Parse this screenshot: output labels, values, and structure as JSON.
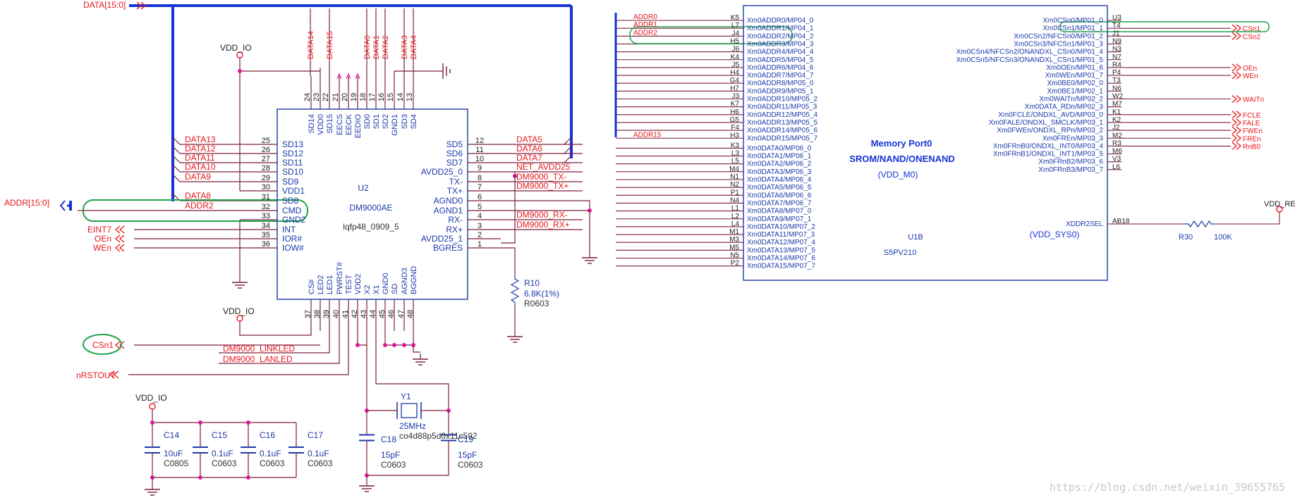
{
  "u2": {
    "refdes": "U2",
    "part": "DM9000AE",
    "package": "lqfp48_0909_5",
    "top_pins": [
      {
        "n": "24",
        "name": "SD14"
      },
      {
        "n": "23",
        "name": "VDD0"
      },
      {
        "n": "22",
        "name": "SD15"
      },
      {
        "n": "21",
        "name": "EECS"
      },
      {
        "n": "20",
        "name": "EECK"
      },
      {
        "n": "19",
        "name": "EEDIO"
      },
      {
        "n": "18",
        "name": "SD0"
      },
      {
        "n": "17",
        "name": "SD1"
      },
      {
        "n": "16",
        "name": "SD2"
      },
      {
        "n": "15",
        "name": "GND1"
      },
      {
        "n": "14",
        "name": "SD3"
      },
      {
        "n": "13",
        "name": "SD4"
      }
    ],
    "left_pins": [
      {
        "n": "25",
        "name": "SD13"
      },
      {
        "n": "26",
        "name": "SD12"
      },
      {
        "n": "27",
        "name": "SD11"
      },
      {
        "n": "28",
        "name": "SD10"
      },
      {
        "n": "29",
        "name": "SD9"
      },
      {
        "n": "30",
        "name": "VDD1"
      },
      {
        "n": "31",
        "name": "SD8"
      },
      {
        "n": "32",
        "name": "CMD"
      },
      {
        "n": "33",
        "name": "GND2"
      },
      {
        "n": "34",
        "name": "INT"
      },
      {
        "n": "35",
        "name": "IOR#"
      },
      {
        "n": "36",
        "name": "IOW#"
      }
    ],
    "right_pins": [
      {
        "n": "12",
        "name": "SD5"
      },
      {
        "n": "11",
        "name": "SD6"
      },
      {
        "n": "10",
        "name": "SD7"
      },
      {
        "n": "9",
        "name": "AVDD25_0"
      },
      {
        "n": "8",
        "name": "TX-"
      },
      {
        "n": "7",
        "name": "TX+"
      },
      {
        "n": "6",
        "name": "AGND0"
      },
      {
        "n": "5",
        "name": "AGND1"
      },
      {
        "n": "4",
        "name": "RX-"
      },
      {
        "n": "3",
        "name": "RX+"
      },
      {
        "n": "2",
        "name": "AVDD25_1"
      },
      {
        "n": "1",
        "name": "BGRES"
      }
    ],
    "bottom_pins": [
      {
        "n": "37",
        "name": "CS#"
      },
      {
        "n": "38",
        "name": "LED2"
      },
      {
        "n": "39",
        "name": "LED1"
      },
      {
        "n": "40",
        "name": "PWRST#"
      },
      {
        "n": "41",
        "name": "TEST"
      },
      {
        "n": "42",
        "name": "VDD2"
      },
      {
        "n": "43",
        "name": "X2"
      },
      {
        "n": "44",
        "name": "X1"
      },
      {
        "n": "45",
        "name": "GND0"
      },
      {
        "n": "46",
        "name": "SD"
      },
      {
        "n": "47",
        "name": "AGND3"
      },
      {
        "n": "48",
        "name": "BGGND"
      }
    ],
    "top_nets": [
      "DATA14",
      "DATA15",
      "DATA0",
      "DATA1",
      "DATA2",
      "DATA3",
      "DATA4"
    ],
    "left_nets": [
      "DATA13",
      "DATA12",
      "DATA11",
      "DATA10",
      "DATA9",
      "DATA8",
      "ADDR2"
    ],
    "right_nets": [
      "DATA5",
      "DATA6",
      "DATA7",
      "NET_AVDD25",
      "DM9000_TX-",
      "DM9000_TX+",
      "DM9000_RX-",
      "DM9000_RX+"
    ],
    "left_ports": [
      "EINT7",
      "OEn",
      "WEn"
    ],
    "bottom_nets": [
      "DM9000_LINKLED",
      "DM9000_LANLED"
    ],
    "buses": {
      "data": "DATA[15:0]",
      "addr": "ADDR[15:0]"
    },
    "power": {
      "vdd_io": "VDD_IO"
    },
    "ports": {
      "csn1": "CSn1",
      "nrstout": "nRSTOUT"
    }
  },
  "passives": {
    "r10": {
      "ref": "R10",
      "value": "6.8K(1%)",
      "pkg": "R0603"
    },
    "y1": {
      "ref": "Y1",
      "value": "25MHz",
      "note": "co4d88p5d0x11c592"
    },
    "caps": [
      {
        "ref": "C14",
        "value": "10uF",
        "pkg": "C0805"
      },
      {
        "ref": "C15",
        "value": "0.1uF",
        "pkg": "C0603"
      },
      {
        "ref": "C16",
        "value": "0.1uF",
        "pkg": "C0603"
      },
      {
        "ref": "C17",
        "value": "0.1uF",
        "pkg": "C0603"
      },
      {
        "ref": "C18",
        "value": "15pF",
        "pkg": "C0603"
      },
      {
        "ref": "C19",
        "value": "15pF",
        "pkg": "C0603"
      }
    ],
    "r30": {
      "ref": "R30",
      "value": "100K"
    }
  },
  "u1": {
    "title": "Memory Port0",
    "subtitle": "SROM/NAND/ONENAND",
    "domain": "(VDD_M0)",
    "refdes": "U1B",
    "part": "S5PV210",
    "sys_domain": "(VDD_SYS0)",
    "vdd_reg": "VDD_REG",
    "left_pins": [
      {
        "b": "K5",
        "name": "Xm0ADDR0/MP04_0"
      },
      {
        "b": "L7",
        "name": "Xm0ADDR1/MP04_1"
      },
      {
        "b": "J4",
        "name": "Xm0ADDR2/MP04_2"
      },
      {
        "b": "H5",
        "name": "Xm0ADDR3/MP04_3"
      },
      {
        "b": "J6",
        "name": "Xm0ADDR4/MP04_4"
      },
      {
        "b": "K4",
        "name": "Xm0ADDR5/MP04_5"
      },
      {
        "b": "J5",
        "name": "Xm0ADDR6/MP04_6"
      },
      {
        "b": "H4",
        "name": "Xm0ADDR7/MP04_7"
      },
      {
        "b": "G4",
        "name": "Xm0ADDR8/MP05_0"
      },
      {
        "b": "H7",
        "name": "Xm0ADDR9/MP05_1"
      },
      {
        "b": "J3",
        "name": "Xm0ADDR10/MP05_2"
      },
      {
        "b": "K7",
        "name": "Xm0ADDR11/MP05_3"
      },
      {
        "b": "H6",
        "name": "Xm0ADDR12/MP05_4"
      },
      {
        "b": "G5",
        "name": "Xm0ADDR13/MP05_5"
      },
      {
        "b": "F4",
        "name": "Xm0ADDR14/MP05_6"
      },
      {
        "b": "H3",
        "name": "Xm0ADDR15/MP05_7"
      },
      {
        "b": "K3",
        "name": "Xm0DATA0/MP06_0"
      },
      {
        "b": "L3",
        "name": "Xm0DATA1/MP06_1"
      },
      {
        "b": "L5",
        "name": "Xm0DATA2/MP06_2"
      },
      {
        "b": "M4",
        "name": "Xm0DATA3/MP06_3"
      },
      {
        "b": "N1",
        "name": "Xm0DATA4/MP06_4"
      },
      {
        "b": "N2",
        "name": "Xm0DATA5/MP06_5"
      },
      {
        "b": "P1",
        "name": "Xm0DATA6/MP06_6"
      },
      {
        "b": "N4",
        "name": "Xm0DATA7/MP06_7"
      },
      {
        "b": "L1",
        "name": "Xm0DATA8/MP07_0"
      },
      {
        "b": "L2",
        "name": "Xm0DATA9/MP07_1"
      },
      {
        "b": "L4",
        "name": "Xm0DATA10/MP07_2"
      },
      {
        "b": "M1",
        "name": "Xm0DATA11/MP07_3"
      },
      {
        "b": "M3",
        "name": "Xm0DATA12/MP07_4"
      },
      {
        "b": "M5",
        "name": "Xm0DATA13/MP07_5"
      },
      {
        "b": "N5",
        "name": "Xm0DATA14/MP07_6"
      },
      {
        "b": "P2",
        "name": "Xm0DATA15/MP07_7"
      }
    ],
    "addr_labels": [
      {
        "text": "ADDR0",
        "row": 0
      },
      {
        "text": "ADDR1",
        "row": 1
      },
      {
        "text": "ADDR2",
        "row": 2
      },
      {
        "text": "ADDR15",
        "row": 15
      }
    ],
    "right_pins": [
      {
        "b": "U3",
        "name": "Xm0CSn0/MP01_0",
        "net": ""
      },
      {
        "b": "T4",
        "name": "Xm0CSn1/MP01_1",
        "net": "CSn1"
      },
      {
        "b": "J1",
        "name": "Xm0CSn2/NFCSn0/MP01_2",
        "net": "CSn2"
      },
      {
        "b": "N9",
        "name": "Xm0CSn3/NFCSn1/MP01_3",
        "net": ""
      },
      {
        "b": "N3",
        "name": "Xm0CSn4/NFCSn2/ONANDXL_CSn0/MP01_4",
        "net": ""
      },
      {
        "b": "N7",
        "name": "Xm0CSn5/NFCSn3/ONANDXL_CSn1/MP01_5",
        "net": ""
      },
      {
        "b": "R4",
        "name": "Xm0OEn/MP01_6",
        "net": "OEn"
      },
      {
        "b": "P4",
        "name": "Xm0WEn/MP01_7",
        "net": "WEn"
      },
      {
        "b": "T3",
        "name": "Xm0BE0/MP02_0",
        "net": ""
      },
      {
        "b": "N6",
        "name": "Xm0BE1/MP02_1",
        "net": ""
      },
      {
        "b": "W2",
        "name": "Xm0WAITn/MP02_2",
        "net": "WAITn"
      },
      {
        "b": "M7",
        "name": "Xm0DATA_RDn/MP02_3",
        "net": ""
      },
      {
        "b": "K1",
        "name": "Xm0FCLE/ONDXL_AVD/MP03_0",
        "net": "FCLE"
      },
      {
        "b": "K2",
        "name": "Xm0FALE/ONDXL_SMCLK/MP03_1",
        "net": "FALE"
      },
      {
        "b": "J2",
        "name": "Xm0FWEn/ONDXL_RPn/MP03_2",
        "net": "FWEn"
      },
      {
        "b": "M2",
        "name": "Xm0FREn/MP03_3",
        "net": "FREn"
      },
      {
        "b": "R3",
        "name": "Xm0FRnB0/ONDXL_INT0/MP03_4",
        "net": "RnB0"
      },
      {
        "b": "M6",
        "name": "Xm0FRnB1/ONDXL_INT1/MP03_5",
        "net": ""
      },
      {
        "b": "V3",
        "name": "Xm0FRnB2/MP03_6",
        "net": ""
      },
      {
        "b": "L6",
        "name": "Xm0FRnB3/MP03_7",
        "net": ""
      }
    ],
    "xddr": {
      "b": "AB18",
      "name": "XDDR2SEL"
    }
  },
  "watermark": "https://blog.csdn.net/weixin_39655765",
  "colors": {
    "wire": "#7a1f3d",
    "net": "#e8161b",
    "part": "#1c3aa9",
    "bus": "#1733d4",
    "junction": "#e0189c",
    "highlight": "#1fa34a",
    "ground": "#7a1f3d"
  }
}
